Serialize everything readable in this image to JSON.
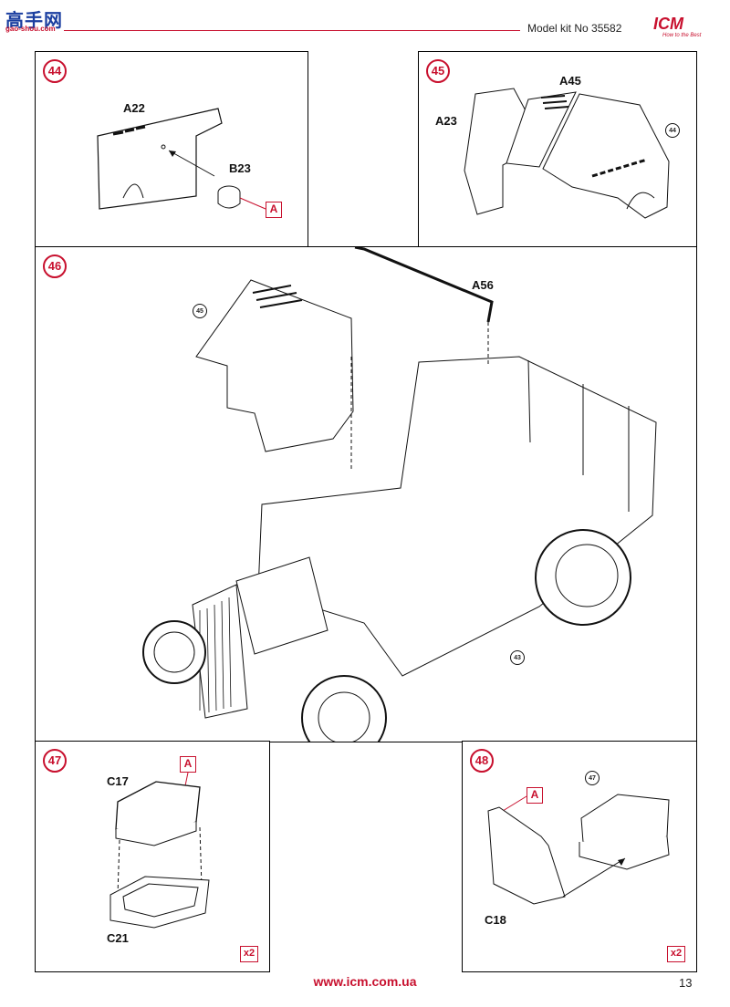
{
  "header": {
    "watermark_cn": "高手网",
    "watermark_sub": "gao-shou.com",
    "title": "Model kit No 35582",
    "brand": "ICM",
    "brand_tag": "How to the Best"
  },
  "steps": [
    {
      "number": "44",
      "labels": [
        "A22",
        "B23"
      ],
      "marker": "A"
    },
    {
      "number": "45",
      "labels": [
        "A23",
        "A45"
      ],
      "ref": "44"
    },
    {
      "number": "46",
      "labels": [
        "A56"
      ],
      "refs": [
        "45",
        "43"
      ]
    },
    {
      "number": "47",
      "labels": [
        "C17",
        "C21"
      ],
      "marker": "A",
      "multiplier": "x2"
    },
    {
      "number": "48",
      "labels": [
        "C18"
      ],
      "marker": "A",
      "ref": "47",
      "multiplier": "x2"
    }
  ],
  "footer": {
    "url": "www.icm.com.ua",
    "page_number": "13"
  },
  "colors": {
    "accent": "#c8102e",
    "line": "#000000"
  }
}
